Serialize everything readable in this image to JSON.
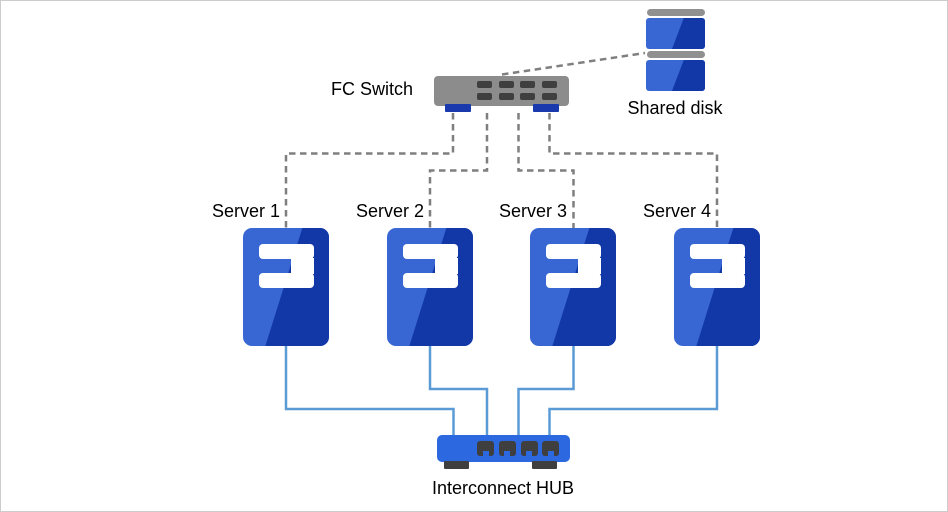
{
  "colors": {
    "canvas_border": "#CCCCCC",
    "switch_gray": "#8C8C8C",
    "port_dark": "#3F3F3F",
    "switch_foot_navy": "#1A39AC",
    "disk_cap_gray": "#909090",
    "server_blue": "#3867D4",
    "server_blue_dark": "#1238A8",
    "hub_blue": "#2C68DF",
    "hub_foot_gray": "#3F3F3F",
    "line_gray": "#7F7F7F",
    "line_blue": "#5B9BD5",
    "bar_white": "#FFFFFF"
  },
  "nodes": {
    "fc_switch": {
      "label": "FC Switch",
      "icon": "network-switch-icon"
    },
    "shared_disk": {
      "label": "Shared disk",
      "icon": "disk-stack-icon"
    },
    "servers": [
      {
        "label": "Server 1",
        "icon": "server-tower-icon"
      },
      {
        "label": "Server 2",
        "icon": "server-tower-icon"
      },
      {
        "label": "Server 3",
        "icon": "server-tower-icon"
      },
      {
        "label": "Server 4",
        "icon": "server-tower-icon"
      }
    ],
    "hub": {
      "label": "Interconnect HUB",
      "icon": "network-hub-icon"
    }
  },
  "connections": [
    {
      "from": "fc_switch",
      "to": "server_1",
      "style": "dashed",
      "color": "#7F7F7F"
    },
    {
      "from": "fc_switch",
      "to": "server_2",
      "style": "dashed",
      "color": "#7F7F7F"
    },
    {
      "from": "fc_switch",
      "to": "server_3",
      "style": "dashed",
      "color": "#7F7F7F"
    },
    {
      "from": "fc_switch",
      "to": "server_4",
      "style": "dashed",
      "color": "#7F7F7F"
    },
    {
      "from": "fc_switch",
      "to": "shared_disk",
      "style": "dashed",
      "color": "#7F7F7F"
    },
    {
      "from": "server_1",
      "to": "interconnect_hub",
      "style": "solid",
      "color": "#5B9BD5"
    },
    {
      "from": "server_2",
      "to": "interconnect_hub",
      "style": "solid",
      "color": "#5B9BD5"
    },
    {
      "from": "server_3",
      "to": "interconnect_hub",
      "style": "solid",
      "color": "#5B9BD5"
    },
    {
      "from": "server_4",
      "to": "interconnect_hub",
      "style": "solid",
      "color": "#5B9BD5"
    }
  ]
}
